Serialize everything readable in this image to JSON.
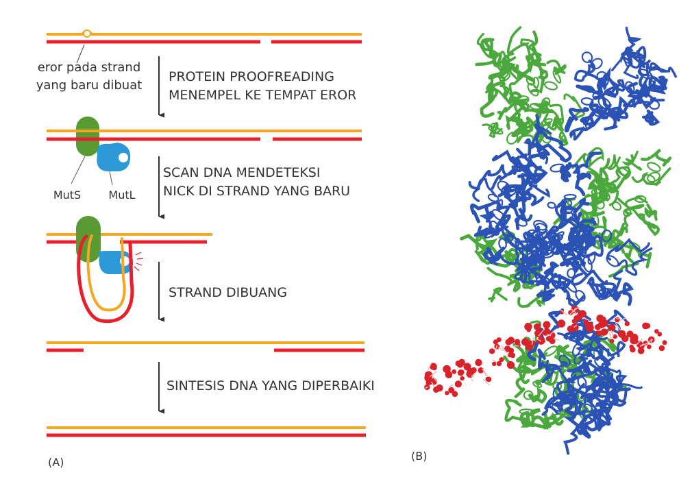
{
  "panel_a": {
    "error_label_line1": "eror pada strand",
    "error_label_line2": "yang baru dibuat",
    "mutS_label": "MutS",
    "mutL_label": "MutL",
    "steps": [
      {
        "line1": "PROTEIN PROOFREADING",
        "line2": "MENEMPEL KE TEMPAT EROR"
      },
      {
        "line1": "SCAN DNA MENDETEKSI",
        "line2": "NICK DI STRAND YANG BARU"
      },
      {
        "line1": "STRAND DIBUANG",
        "line2": ""
      },
      {
        "line1": "SINTESIS DNA YANG DIPERBAIKI",
        "line2": ""
      }
    ],
    "panel_label": "(A)"
  },
  "panel_b": {
    "panel_label": "(B)"
  },
  "colors": {
    "old_strand": "#f5a623",
    "new_strand": "#e8202e",
    "mutS": "#5a9a32",
    "mutL": "#2d9ad8",
    "protein_blue": "#2b52b5",
    "protein_green": "#4aa83c",
    "dna_red": "#d8232a"
  }
}
